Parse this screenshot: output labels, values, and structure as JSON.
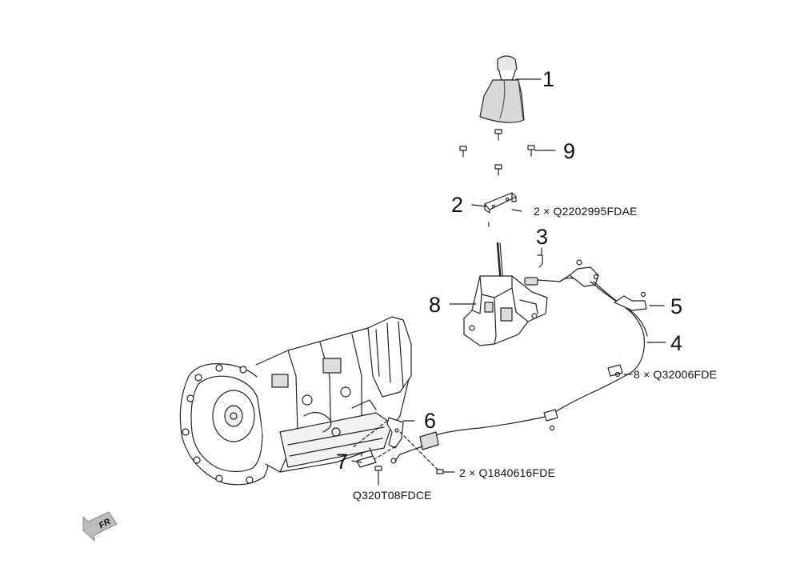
{
  "callouts": [
    {
      "key": "c1",
      "label": "1"
    },
    {
      "key": "c2",
      "label": "2"
    },
    {
      "key": "c3",
      "label": "3"
    },
    {
      "key": "c4",
      "label": "4"
    },
    {
      "key": "c5",
      "label": "5"
    },
    {
      "key": "c6",
      "label": "6"
    },
    {
      "key": "c7",
      "label": "7"
    },
    {
      "key": "c8",
      "label": "8"
    },
    {
      "key": "c9",
      "label": "9"
    }
  ],
  "part_numbers": {
    "bracket_screws": "2 × Q2202995FDAE",
    "cable_clips": "8 × Q32006FDE",
    "bracket_bolts": "2 × Q1840616FDE",
    "mount_bolt": "Q320T08FDCE"
  },
  "direction_arrow": {
    "label": "FR",
    "icon": "front-direction-arrow-icon"
  },
  "colors": {
    "line": "#222222",
    "fill": "#ffffff",
    "shade": "#cfcfcf",
    "arrow": "#bdbdbd"
  }
}
